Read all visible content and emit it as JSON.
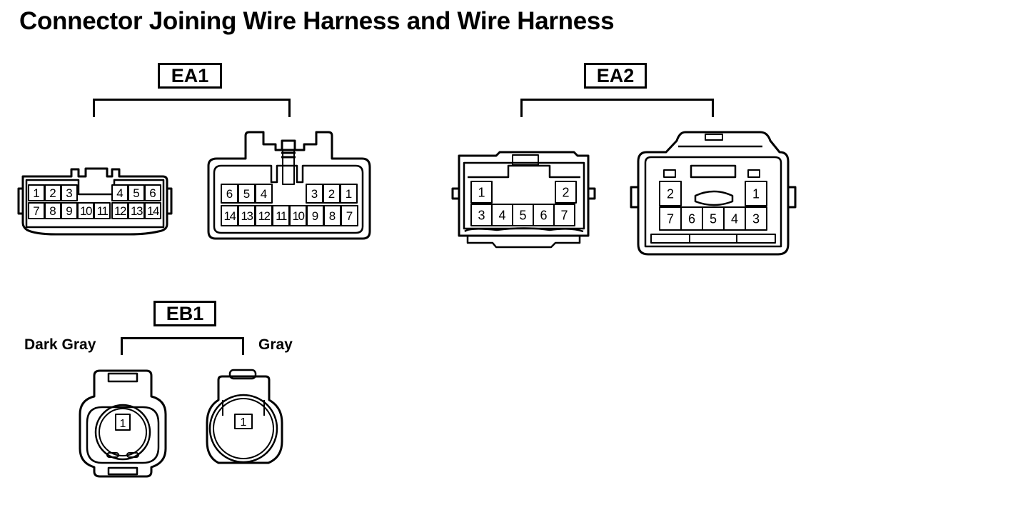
{
  "title": "Connector Joining Wire Harness and Wire Harness",
  "connectors": {
    "ea1": {
      "code": "EA1",
      "left_top_row": [
        "1",
        "2",
        "3",
        "4",
        "5",
        "6"
      ],
      "left_bottom_row": [
        "7",
        "8",
        "9",
        "10",
        "11",
        "12",
        "13",
        "14"
      ],
      "right_top_row": [
        "6",
        "5",
        "4",
        "3",
        "2",
        "1"
      ],
      "right_bottom_row": [
        "14",
        "13",
        "12",
        "11",
        "10",
        "9",
        "8",
        "7"
      ]
    },
    "ea2": {
      "code": "EA2",
      "left_top_row": [
        "1",
        "2"
      ],
      "left_bottom_row": [
        "3",
        "4",
        "5",
        "6",
        "7"
      ],
      "right_top_row": [
        "2",
        "1"
      ],
      "right_bottom_row": [
        "7",
        "6",
        "5",
        "4",
        "3"
      ]
    },
    "eb1": {
      "code": "EB1",
      "left_color": "Dark Gray",
      "right_color": "Gray",
      "left_pin": "1",
      "right_pin": "1"
    }
  }
}
